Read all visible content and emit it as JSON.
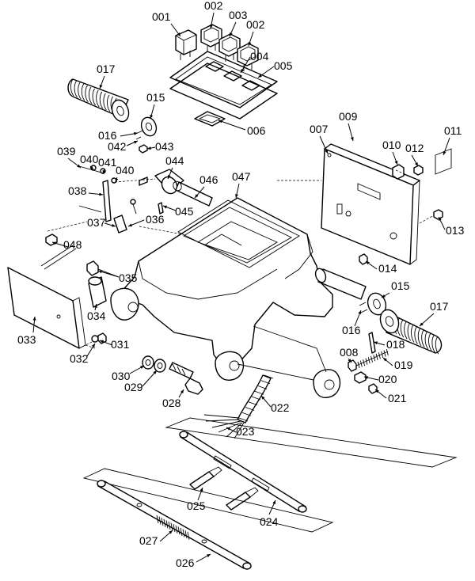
{
  "diagram": {
    "callouts": [
      {
        "id": "001",
        "text": "001"
      },
      {
        "id": "002a",
        "text": "002"
      },
      {
        "id": "003",
        "text": "003"
      },
      {
        "id": "002b",
        "text": "002"
      },
      {
        "id": "004",
        "text": "004"
      },
      {
        "id": "005",
        "text": "005"
      },
      {
        "id": "006",
        "text": "006"
      },
      {
        "id": "007",
        "text": "007"
      },
      {
        "id": "008",
        "text": "008"
      },
      {
        "id": "009",
        "text": "009"
      },
      {
        "id": "010",
        "text": "010"
      },
      {
        "id": "011",
        "text": "011"
      },
      {
        "id": "012",
        "text": "012"
      },
      {
        "id": "013",
        "text": "013"
      },
      {
        "id": "014",
        "text": "014"
      },
      {
        "id": "015a",
        "text": "015"
      },
      {
        "id": "015b",
        "text": "015"
      },
      {
        "id": "016a",
        "text": "016"
      },
      {
        "id": "016b",
        "text": "016"
      },
      {
        "id": "017a",
        "text": "017"
      },
      {
        "id": "017b",
        "text": "017"
      },
      {
        "id": "018",
        "text": "018"
      },
      {
        "id": "019",
        "text": "019"
      },
      {
        "id": "020",
        "text": "020"
      },
      {
        "id": "021",
        "text": "021"
      },
      {
        "id": "022",
        "text": "022"
      },
      {
        "id": "023",
        "text": "023"
      },
      {
        "id": "024",
        "text": "024"
      },
      {
        "id": "025",
        "text": "025"
      },
      {
        "id": "026",
        "text": "026"
      },
      {
        "id": "027",
        "text": "027"
      },
      {
        "id": "028",
        "text": "028"
      },
      {
        "id": "029",
        "text": "029"
      },
      {
        "id": "030",
        "text": "030"
      },
      {
        "id": "031",
        "text": "031"
      },
      {
        "id": "032",
        "text": "032"
      },
      {
        "id": "033",
        "text": "033"
      },
      {
        "id": "034",
        "text": "034"
      },
      {
        "id": "035",
        "text": "035"
      },
      {
        "id": "036",
        "text": "036"
      },
      {
        "id": "037",
        "text": "037"
      },
      {
        "id": "038",
        "text": "038"
      },
      {
        "id": "039",
        "text": "039"
      },
      {
        "id": "040a",
        "text": "040"
      },
      {
        "id": "040b",
        "text": "040"
      },
      {
        "id": "041",
        "text": "041"
      },
      {
        "id": "042",
        "text": "042"
      },
      {
        "id": "043",
        "text": "043"
      },
      {
        "id": "044",
        "text": "044"
      },
      {
        "id": "045",
        "text": "045"
      },
      {
        "id": "046",
        "text": "046"
      },
      {
        "id": "047",
        "text": "047"
      },
      {
        "id": "048",
        "text": "048"
      }
    ]
  }
}
